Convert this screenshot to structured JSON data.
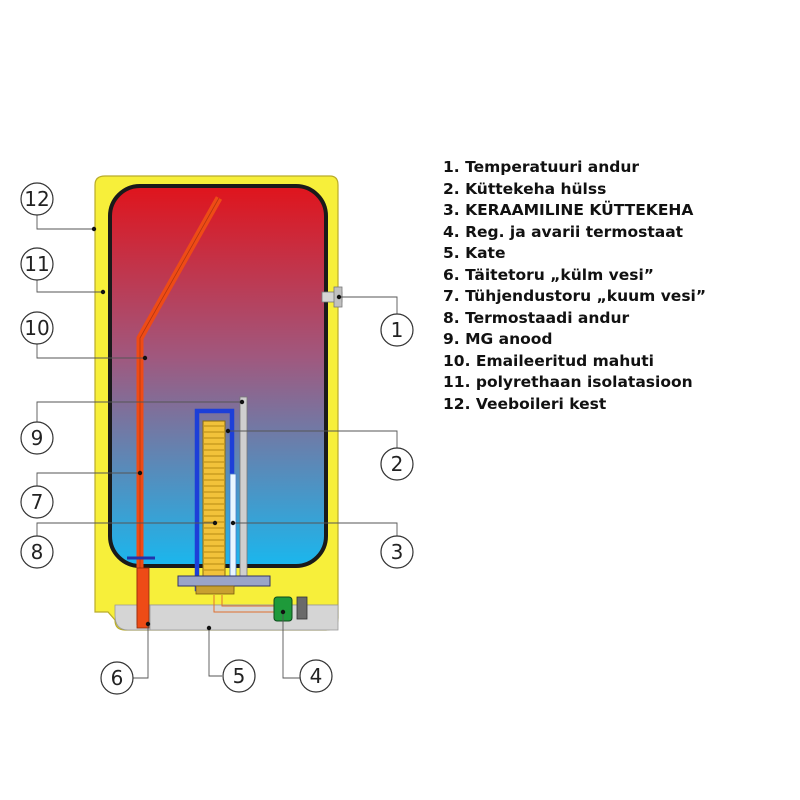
{
  "colors": {
    "casing": "#f7ef3a",
    "casing_stroke": "#b9ac2a",
    "tank_top": "#e0141c",
    "tank_mid": "#a0587e",
    "tank_bottom": "#1ab7ee",
    "tube": "#ee4b16",
    "heater": "#f2c23a",
    "sleeve": "#1d3fd8",
    "thermostat": "#1e9a3a",
    "base": "#d5d5d5"
  },
  "callouts": [
    {
      "id": "1",
      "label": "1"
    },
    {
      "id": "2",
      "label": "2"
    },
    {
      "id": "3",
      "label": "3"
    },
    {
      "id": "4",
      "label": "4"
    },
    {
      "id": "5",
      "label": "5"
    },
    {
      "id": "6",
      "label": "6"
    },
    {
      "id": "7",
      "label": "7"
    },
    {
      "id": "8",
      "label": "8"
    },
    {
      "id": "9",
      "label": "9"
    },
    {
      "id": "10",
      "label": "10"
    },
    {
      "id": "11",
      "label": "11"
    },
    {
      "id": "12",
      "label": "12"
    }
  ],
  "legend": [
    "1. Temperatuuri andur",
    "2. Küttekeha hülss",
    "3. KERAAMILINE KÜTTEKEHA",
    "4. Reg. ja avarii termostaat",
    "5. Kate",
    "6. Täitetoru „külm vesi”",
    "7. Tühjendustoru „kuum vesi”",
    "8. Termostaadi andur",
    "9. MG anood",
    "10. Emaileeritud mahuti",
    "11. polyrethaan isolatasioon",
    "12. Veeboileri kest"
  ]
}
